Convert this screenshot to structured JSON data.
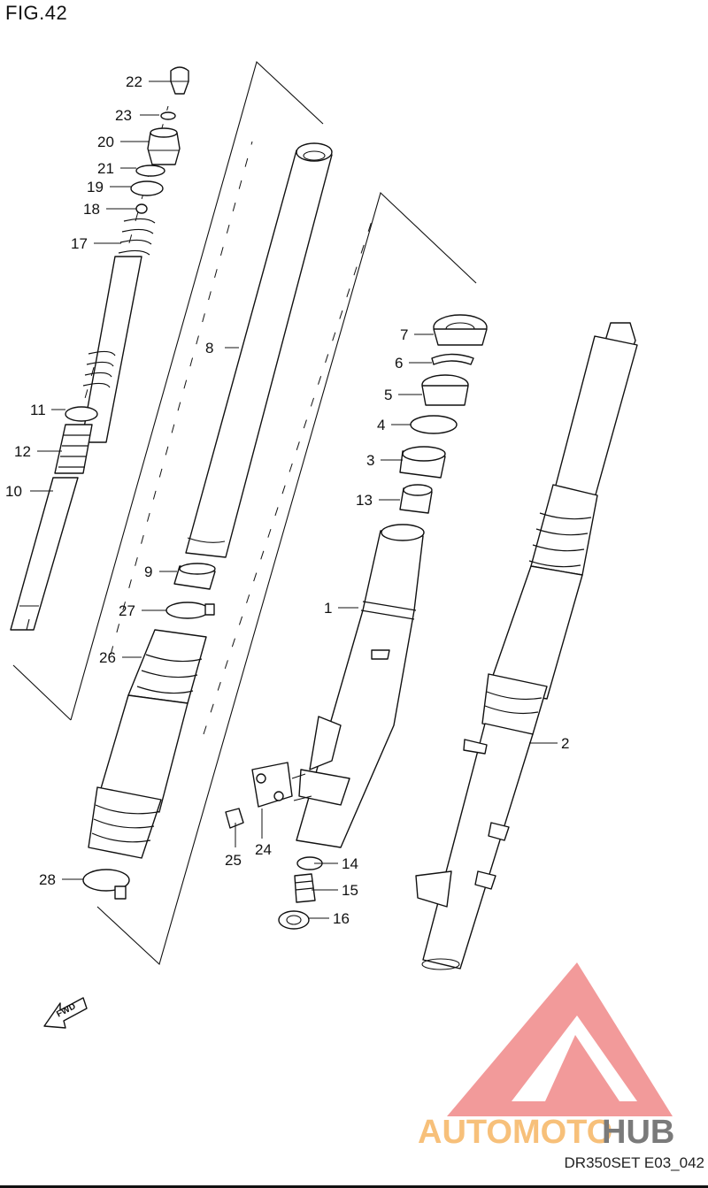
{
  "figure": {
    "title": "FIG.42",
    "drawing_code": "DR350SET E03_042"
  },
  "fwd_label": "FWD",
  "watermark": {
    "text_a": "AUTOMOTO",
    "text_b": "HUB"
  },
  "callouts": [
    "1",
    "2",
    "3",
    "4",
    "5",
    "6",
    "7",
    "8",
    "9",
    "10",
    "11",
    "12",
    "13",
    "14",
    "15",
    "16",
    "17",
    "18",
    "19",
    "20",
    "21",
    "22",
    "23",
    "24",
    "25",
    "26",
    "27",
    "28"
  ]
}
